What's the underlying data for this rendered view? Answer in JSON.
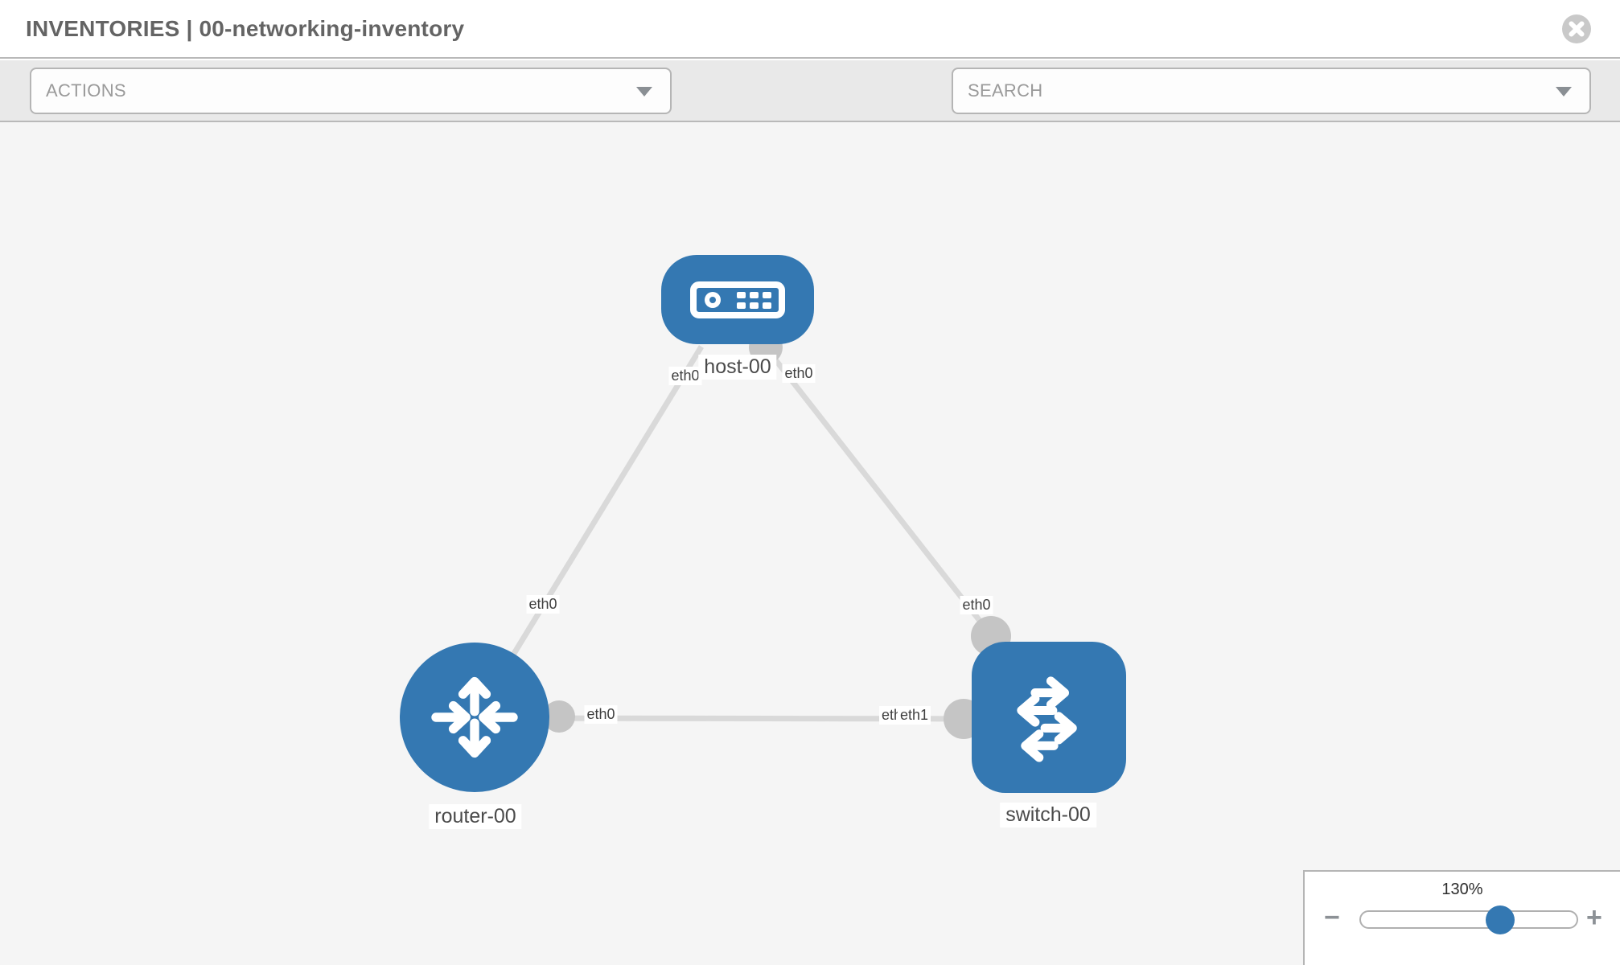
{
  "header": {
    "title": "INVENTORIES | 00-networking-inventory"
  },
  "toolbar": {
    "actions_label": "ACTIONS",
    "search_placeholder": "SEARCH",
    "icons": [
      "wrench-icon",
      "key-icon"
    ]
  },
  "topology": {
    "nodes": [
      {
        "label": "host-00",
        "type": "host"
      },
      {
        "label": "router-00",
        "type": "router"
      },
      {
        "label": "switch-00",
        "type": "switch"
      }
    ],
    "iface_labels": [
      "eth0",
      "eth0",
      "eth0",
      "eth0",
      "eth0",
      "eth0",
      "eth1"
    ],
    "links": [
      {
        "from": "router-00",
        "to": "host-00"
      },
      {
        "from": "host-00",
        "to": "switch-00"
      },
      {
        "from": "router-00",
        "to": "switch-00"
      }
    ]
  },
  "zoom_control": {
    "level": "130%",
    "minus": "−",
    "plus": "+"
  },
  "colors": {
    "node_blue": "#3478b2",
    "link_gray": "#d9d9d9",
    "port_gray": "#c5c5c5",
    "toolbar_gray": "#e9e9e9",
    "canvas_gray": "#f5f5f5"
  }
}
